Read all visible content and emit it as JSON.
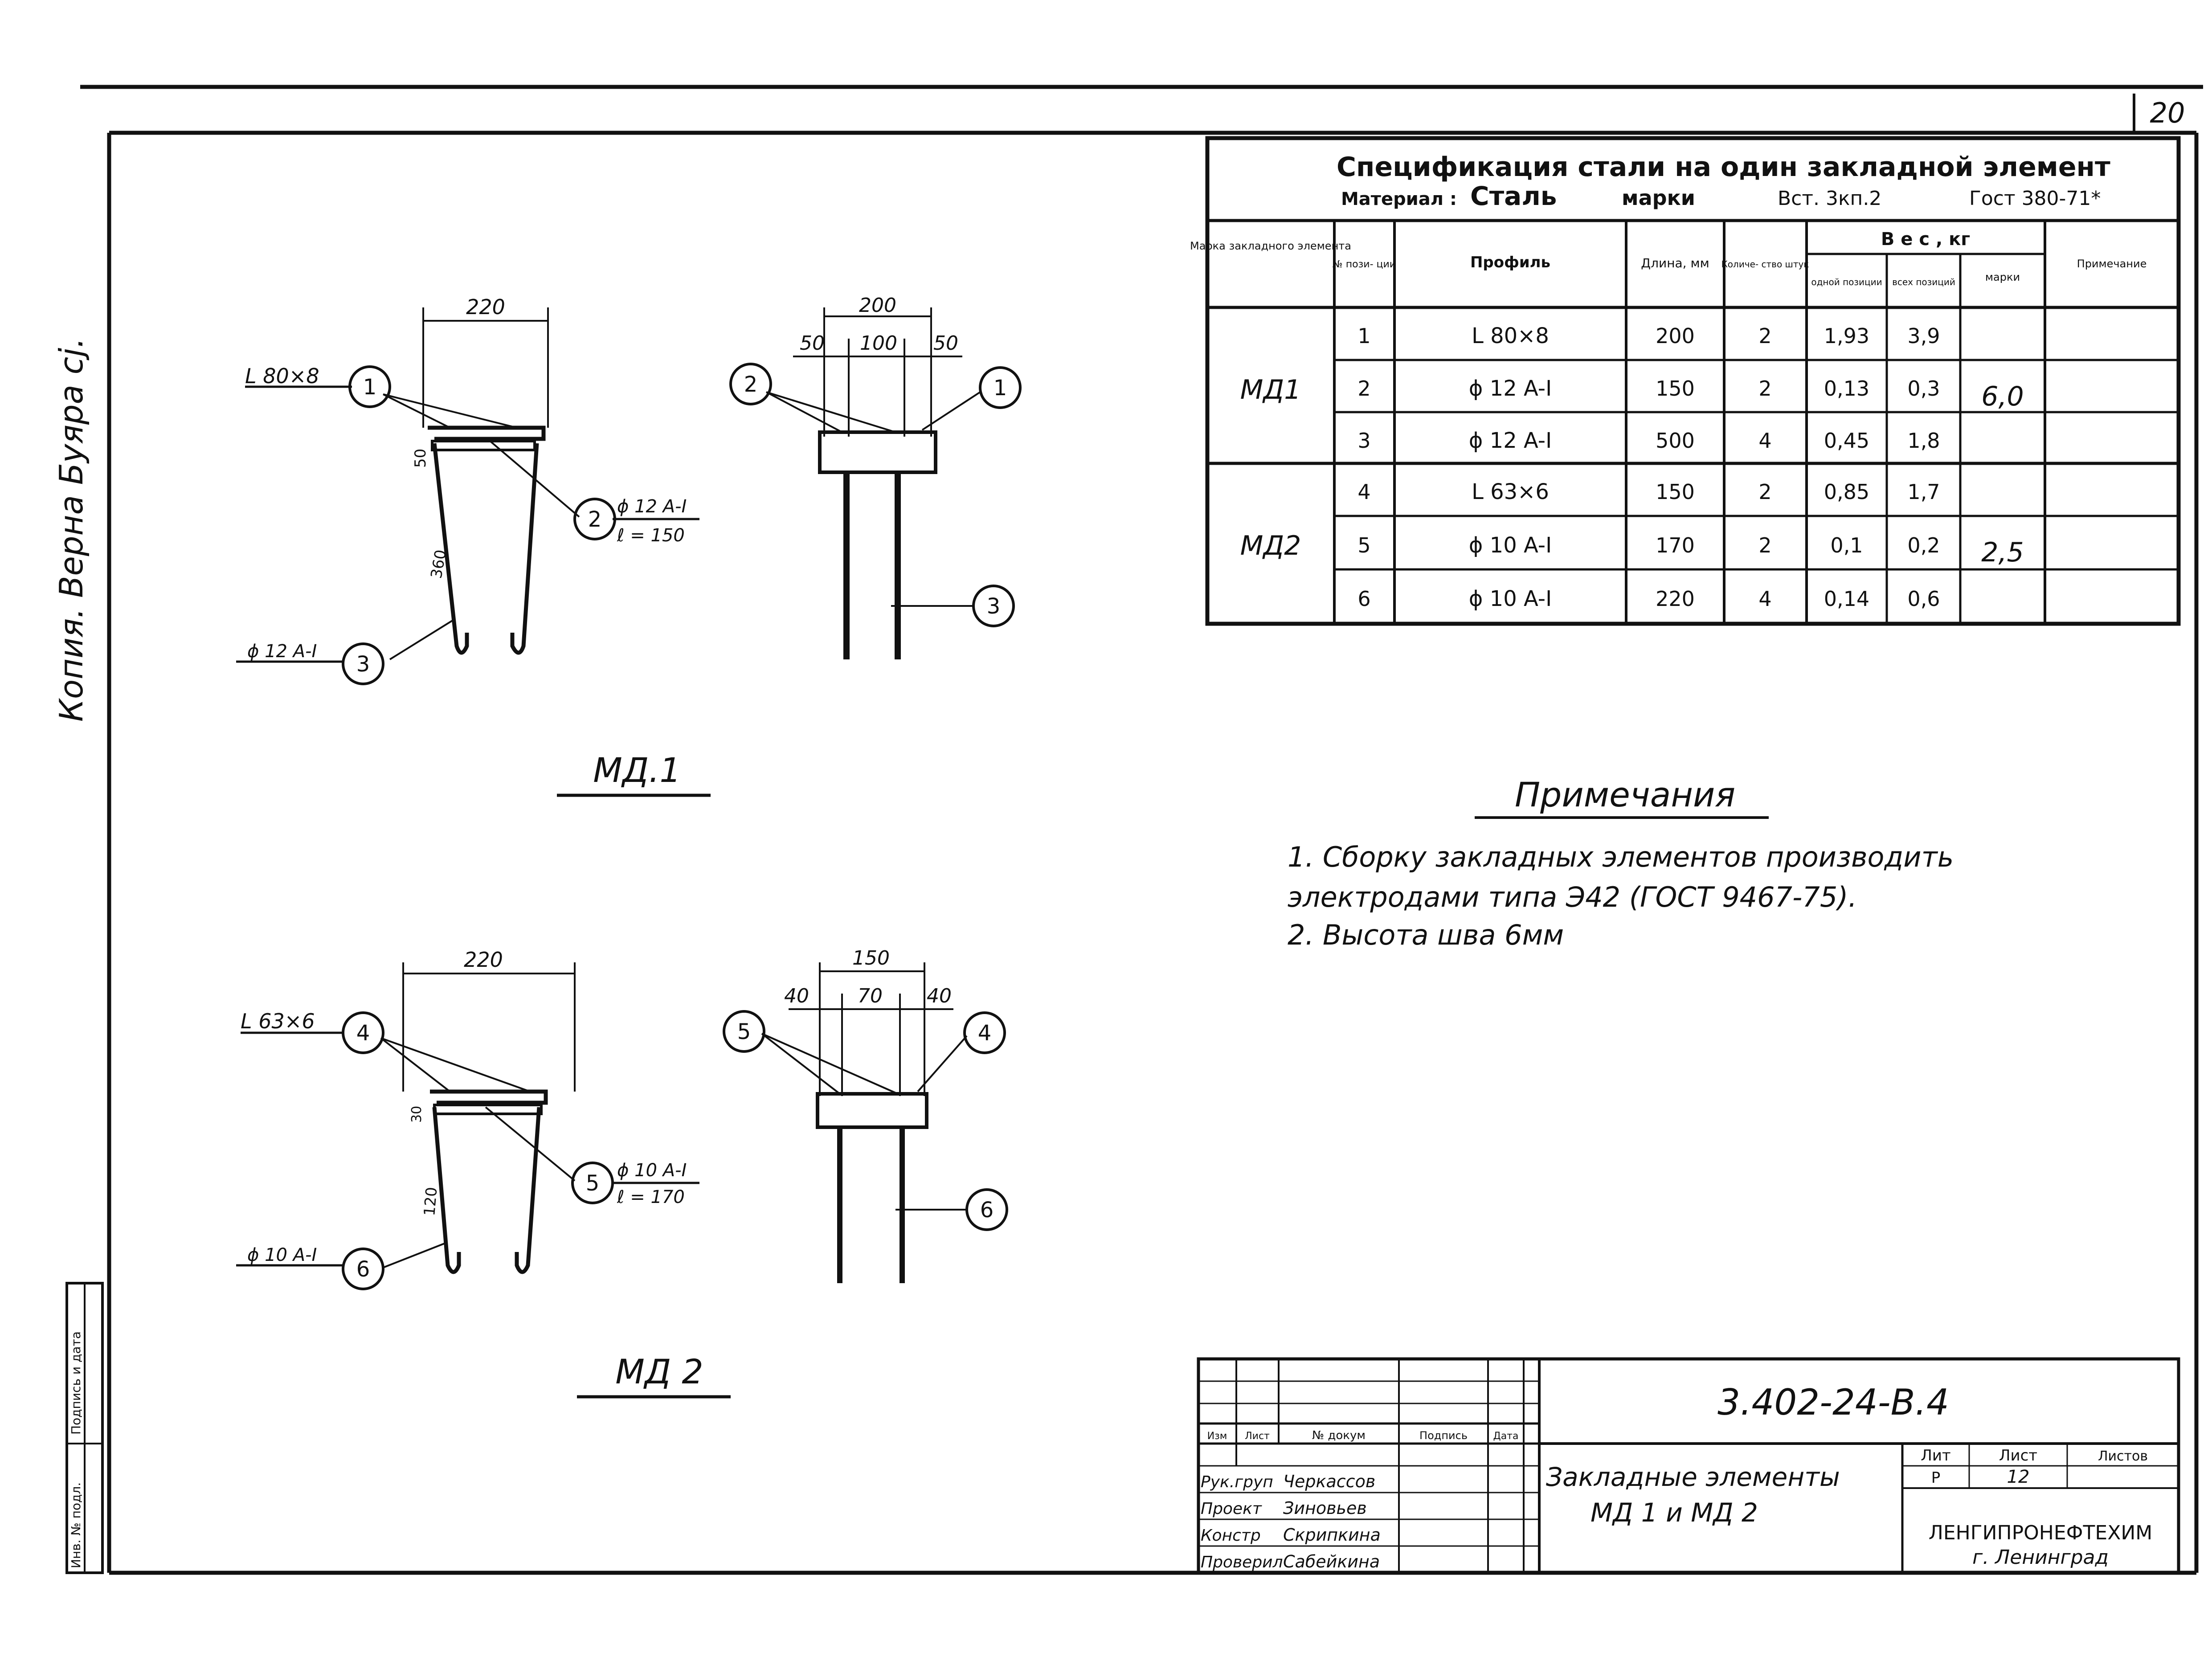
{
  "sheet_number": "20",
  "side_note": "Копия. Верна Буяра сj.",
  "side_stamp": {
    "inv_label": "Инв. № подл.",
    "sign_label": "Подпись и дата"
  },
  "spec": {
    "title": "Спецификация стали на один закладной элемент",
    "material_label": "Материал :",
    "material_value": "Сталь",
    "grade_label": "марки",
    "grade_value": "Вст. 3кп.2",
    "gost": "Гост 380-71*",
    "headers": {
      "mark": "Марка закладного элемента",
      "pos": "№ пози- ции",
      "profile": "Профиль",
      "length": "Длина, мм",
      "qty": "Количе- ство штук",
      "weight": "В е с , кг",
      "weight_one": "одной позиции",
      "weight_all": "всех позиций",
      "weight_mark": "марки",
      "note": "Примечание"
    },
    "groups": [
      {
        "mark": "МД1",
        "total": "6,0",
        "rows": [
          {
            "pos": "1",
            "profile": "L 80×8",
            "length": "200",
            "qty": "2",
            "w_one": "1,93",
            "w_all": "3,9"
          },
          {
            "pos": "2",
            "profile": "ϕ 12 A-I",
            "length": "150",
            "qty": "2",
            "w_one": "0,13",
            "w_all": "0,3"
          },
          {
            "pos": "3",
            "profile": "ϕ 12 A-I",
            "length": "500",
            "qty": "4",
            "w_one": "0,45",
            "w_all": "1,8"
          }
        ]
      },
      {
        "mark": "МД2",
        "total": "2,5",
        "rows": [
          {
            "pos": "4",
            "profile": "L 63×6",
            "length": "150",
            "qty": "2",
            "w_one": "0,85",
            "w_all": "1,7"
          },
          {
            "pos": "5",
            "profile": "ϕ 10 A-I",
            "length": "170",
            "qty": "2",
            "w_one": "0,1",
            "w_all": "0,2"
          },
          {
            "pos": "6",
            "profile": "ϕ 10 A-I",
            "length": "220",
            "qty": "4",
            "w_one": "0,14",
            "w_all": "0,6"
          }
        ]
      }
    ]
  },
  "notes": {
    "title": "Примечания",
    "line1": "1. Сборку закладных элементов производить",
    "line2": "электродами типа Э42 (ГОСТ 9467-75).",
    "line3": "2. Высота шва 6мм"
  },
  "md1": {
    "caption": "МД.1",
    "side": {
      "width": "220",
      "profile_label": "L 80×8",
      "bar_label": "ϕ 12 A-I",
      "pin_label_1": "ϕ 12 A-I",
      "pin_label_2": "ℓ = 150",
      "dim_short": "50",
      "dim_long": "360",
      "c1": "1",
      "c2": "2",
      "c3": "3"
    },
    "front": {
      "width": "200",
      "d_left": "50",
      "d_mid": "100",
      "d_right": "50",
      "c1": "1",
      "c2": "2",
      "c3": "3"
    }
  },
  "md2": {
    "caption": "МД 2",
    "side": {
      "width": "220",
      "profile_label": "L 63×6",
      "bar_label": "ϕ 10 A-I",
      "pin_label_1": "ϕ 10 A-I",
      "pin_label_2": "ℓ = 170",
      "dim_short": "30",
      "dim_long": "120",
      "c4": "4",
      "c5": "5",
      "c6": "6"
    },
    "front": {
      "width": "150",
      "d_left": "40",
      "d_mid": "70",
      "d_right": "40",
      "c4": "4",
      "c5": "5",
      "c6": "6"
    }
  },
  "title_block": {
    "code": "3.402-24-В.4",
    "cols": [
      "Изм",
      "Лист",
      "№ докум",
      "Подпись",
      "Дата"
    ],
    "roles": [
      {
        "role": "Рук.груп",
        "name": "Черкассов"
      },
      {
        "role": "Проект",
        "name": "Зиновьев"
      },
      {
        "role": "Констр",
        "name": "Скрипкина"
      },
      {
        "role": "Проверил",
        "name": "Сабейкина"
      }
    ],
    "name_line1": "Закладные элементы",
    "name_line2": "МД 1 и МД 2",
    "stage_label": "Лит",
    "sheet_label": "Лист",
    "sheets_label": "Листов",
    "stage_value": "Р",
    "sheet_value": "12",
    "org_line1": "ЛЕНГИПРОНЕФТЕХИМ",
    "org_line2": "г. Ленинград"
  }
}
